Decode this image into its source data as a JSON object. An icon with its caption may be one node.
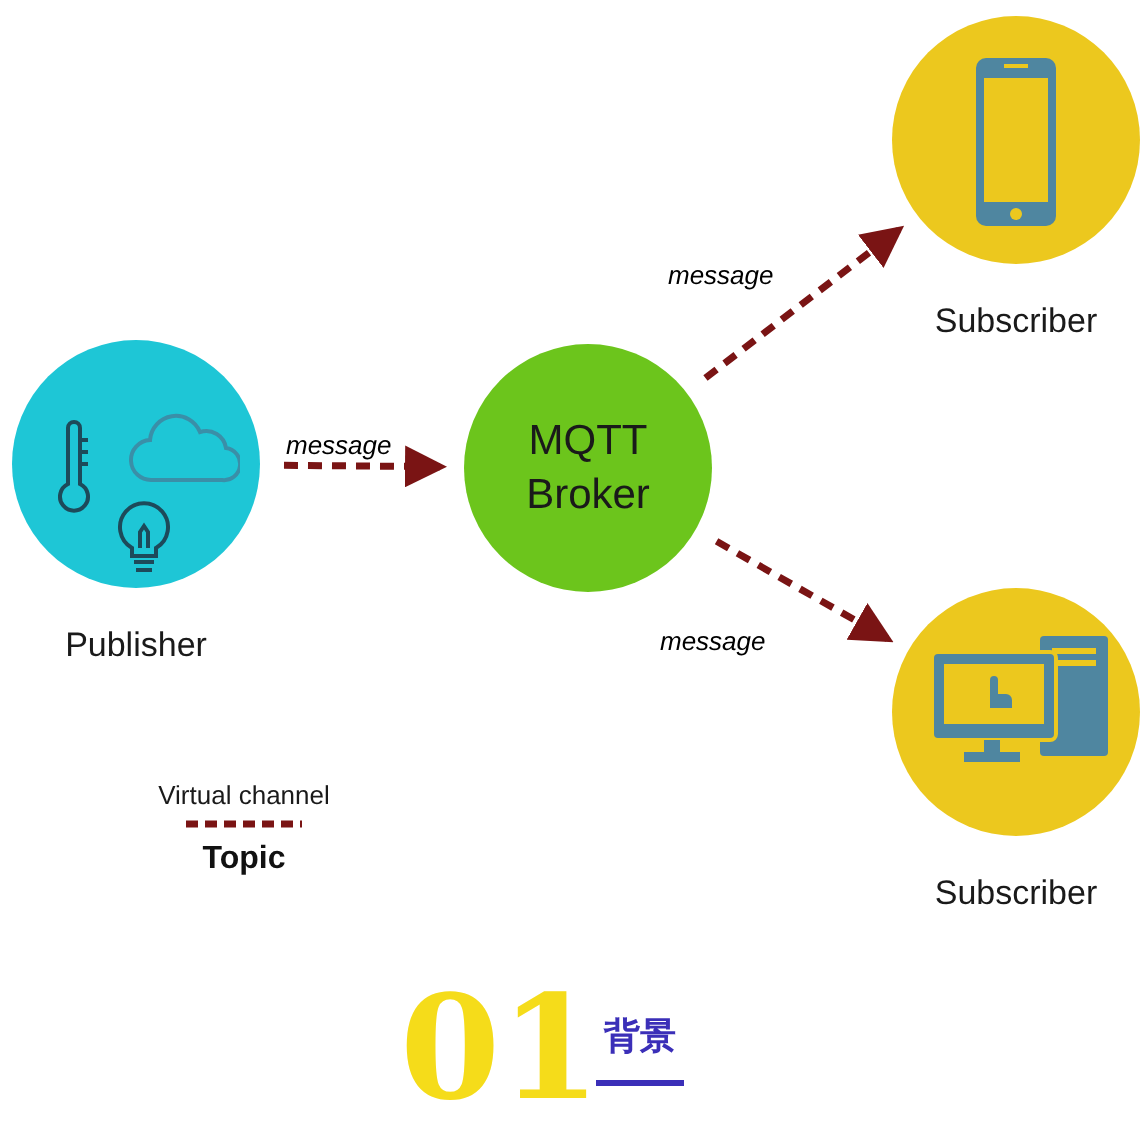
{
  "diagram": {
    "nodes": [
      {
        "text": [
          "Publisher"
        ]
      },
      {
        "text": [
          "MQTT Broker"
        ]
      },
      {
        "text": [
          "Subscriber"
        ]
      },
      {
        "text": [
          "Subscriber"
        ]
      }
    ],
    "edges": [
      {
        "from": 0,
        "to": 1,
        "arrow": "to",
        "label": "message",
        "style": "dashed"
      },
      {
        "from": 1,
        "to": 2,
        "arrow": "to",
        "label": "message",
        "style": "dashed"
      },
      {
        "from": 1,
        "to": 3,
        "arrow": "to",
        "label": "message",
        "style": "dashed"
      }
    ],
    "legend": [
      {
        "text": "Virtual channel"
      },
      {
        "text": "Topic"
      }
    ],
    "labels": [
      "01",
      "背景"
    ]
  }
}
